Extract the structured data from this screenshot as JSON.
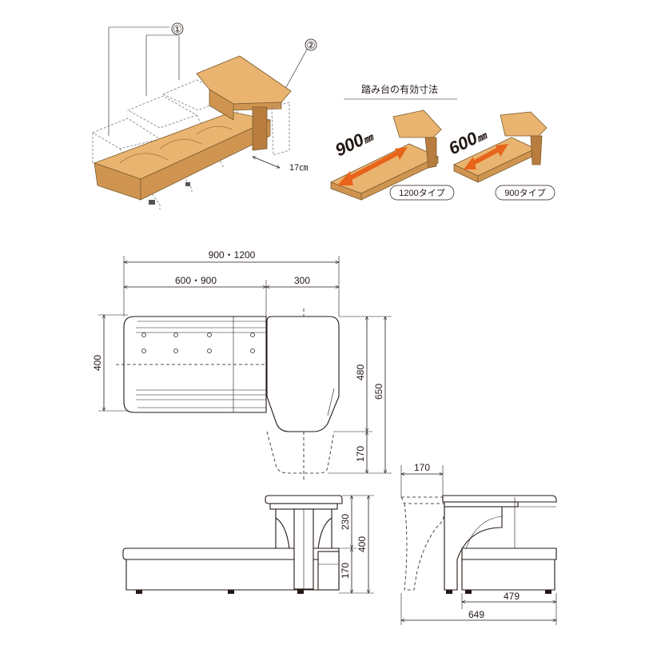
{
  "illustration": {
    "callout_1": "①",
    "callout_2": "②",
    "gap_label": "17㎝",
    "step_title": "踏み台の有効寸法",
    "type_1200": {
      "effective": "900",
      "unit": "㎜",
      "caption": "1200タイプ"
    },
    "type_900": {
      "effective": "600",
      "unit": "㎜",
      "caption": "900タイプ"
    }
  },
  "plan_view": {
    "overall_length": "900・1200",
    "base_length": "600・900",
    "step_length": "300",
    "base_depth": "400",
    "step_depth": "480",
    "total_depth": "650",
    "overhang": "170"
  },
  "front_view": {
    "step_height": "230",
    "total_height": "400",
    "base_height": "170"
  },
  "side_view": {
    "overhang_top": "170",
    "base_width": "479",
    "total_width": "649"
  },
  "colors": {
    "arrow": "#e8641b",
    "wood_top": "#e9b46f",
    "wood_side": "#cf9550",
    "line": "#231815"
  }
}
